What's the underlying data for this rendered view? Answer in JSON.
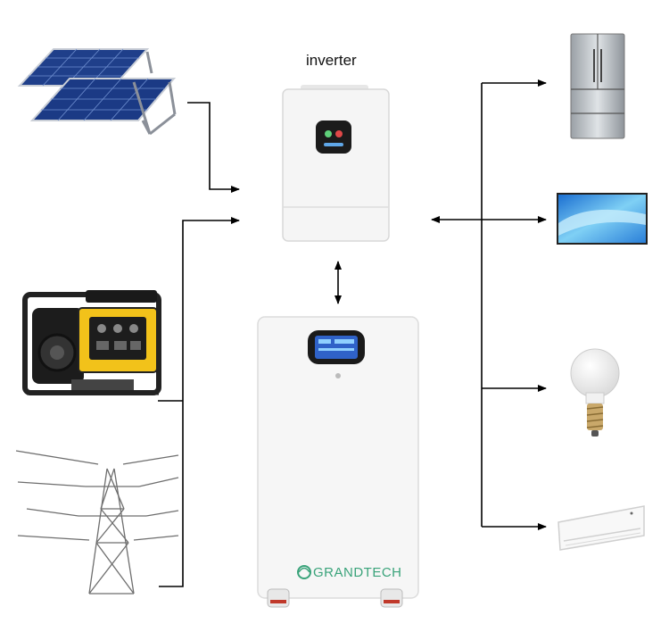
{
  "diagram": {
    "inverter_label": "inverter",
    "battery_brand": "GRANDTECH",
    "nodes": [
      {
        "name": "solar-panels",
        "role": "source"
      },
      {
        "name": "generator",
        "role": "source"
      },
      {
        "name": "power-grid-tower",
        "role": "source"
      },
      {
        "name": "inverter",
        "role": "hub"
      },
      {
        "name": "battery",
        "role": "storage"
      },
      {
        "name": "refrigerator",
        "role": "load"
      },
      {
        "name": "television",
        "role": "load"
      },
      {
        "name": "light-bulb",
        "role": "load"
      },
      {
        "name": "air-conditioner",
        "role": "load"
      }
    ],
    "colors": {
      "line": "#000000",
      "device_white": "#f4f4f4",
      "brand_green": "#3aa37a",
      "generator_yellow": "#f2c21a"
    }
  }
}
